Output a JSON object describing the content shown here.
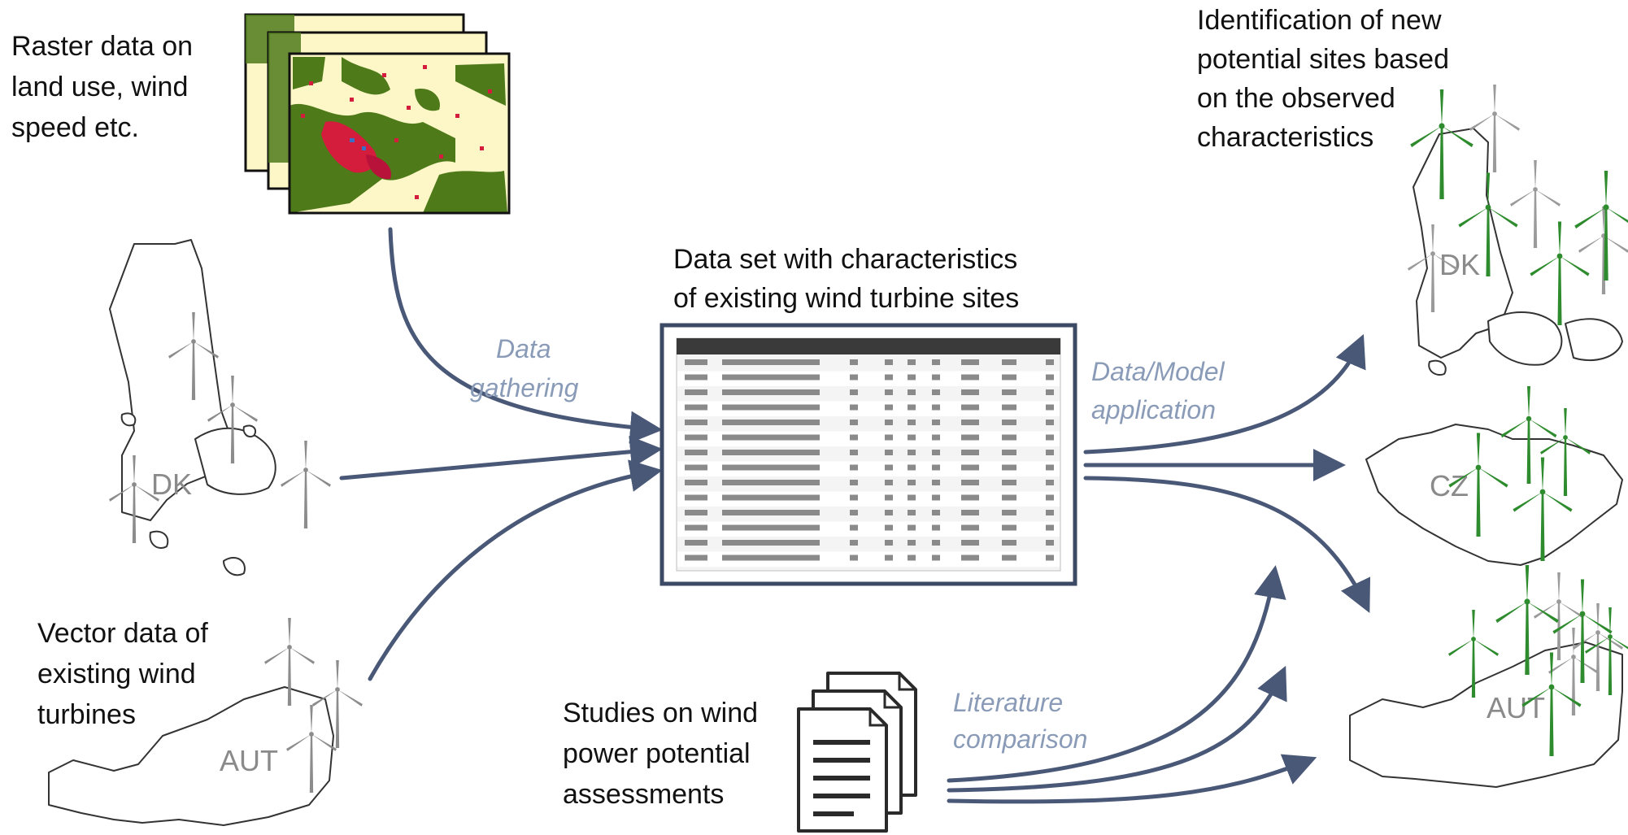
{
  "inputs": {
    "raster": [
      "Raster data on",
      "land use, wind",
      "speed etc."
    ],
    "vector": [
      "Vector data of",
      "existing wind",
      "turbines"
    ],
    "studies": [
      "Studies on wind",
      "power potential",
      "assessments"
    ]
  },
  "dataset": {
    "title": [
      "Data set with characteristics",
      "of existing wind turbine sites"
    ]
  },
  "output": {
    "title": [
      "Identification of new",
      "potential sites based",
      "on the observed",
      "characteristics"
    ]
  },
  "steps": {
    "gathering": [
      "Data",
      "gathering"
    ],
    "application": [
      "Data/Model",
      "application"
    ],
    "literature": [
      "Literature",
      "comparison"
    ]
  },
  "countries": {
    "dk_left": "DK",
    "aut_left": "AUT",
    "dk_right": "DK",
    "cz_right": "CZ",
    "aut_right": "AUT"
  },
  "colors": {
    "arrow": "#4a5878",
    "step_text": "#8a9bb8",
    "country_code": "#8a8a8a",
    "existing_turbine": "#8c8c8c",
    "new_turbine": "#2e8b2e",
    "raster_green": "#4f7a1a",
    "raster_red": "#d41c3c",
    "raster_bg": "#fdf7c8"
  },
  "icons": {
    "raster": "raster-stack-icon",
    "table": "table-icon",
    "documents": "document-stack-icon",
    "turbine": "wind-turbine-icon"
  }
}
